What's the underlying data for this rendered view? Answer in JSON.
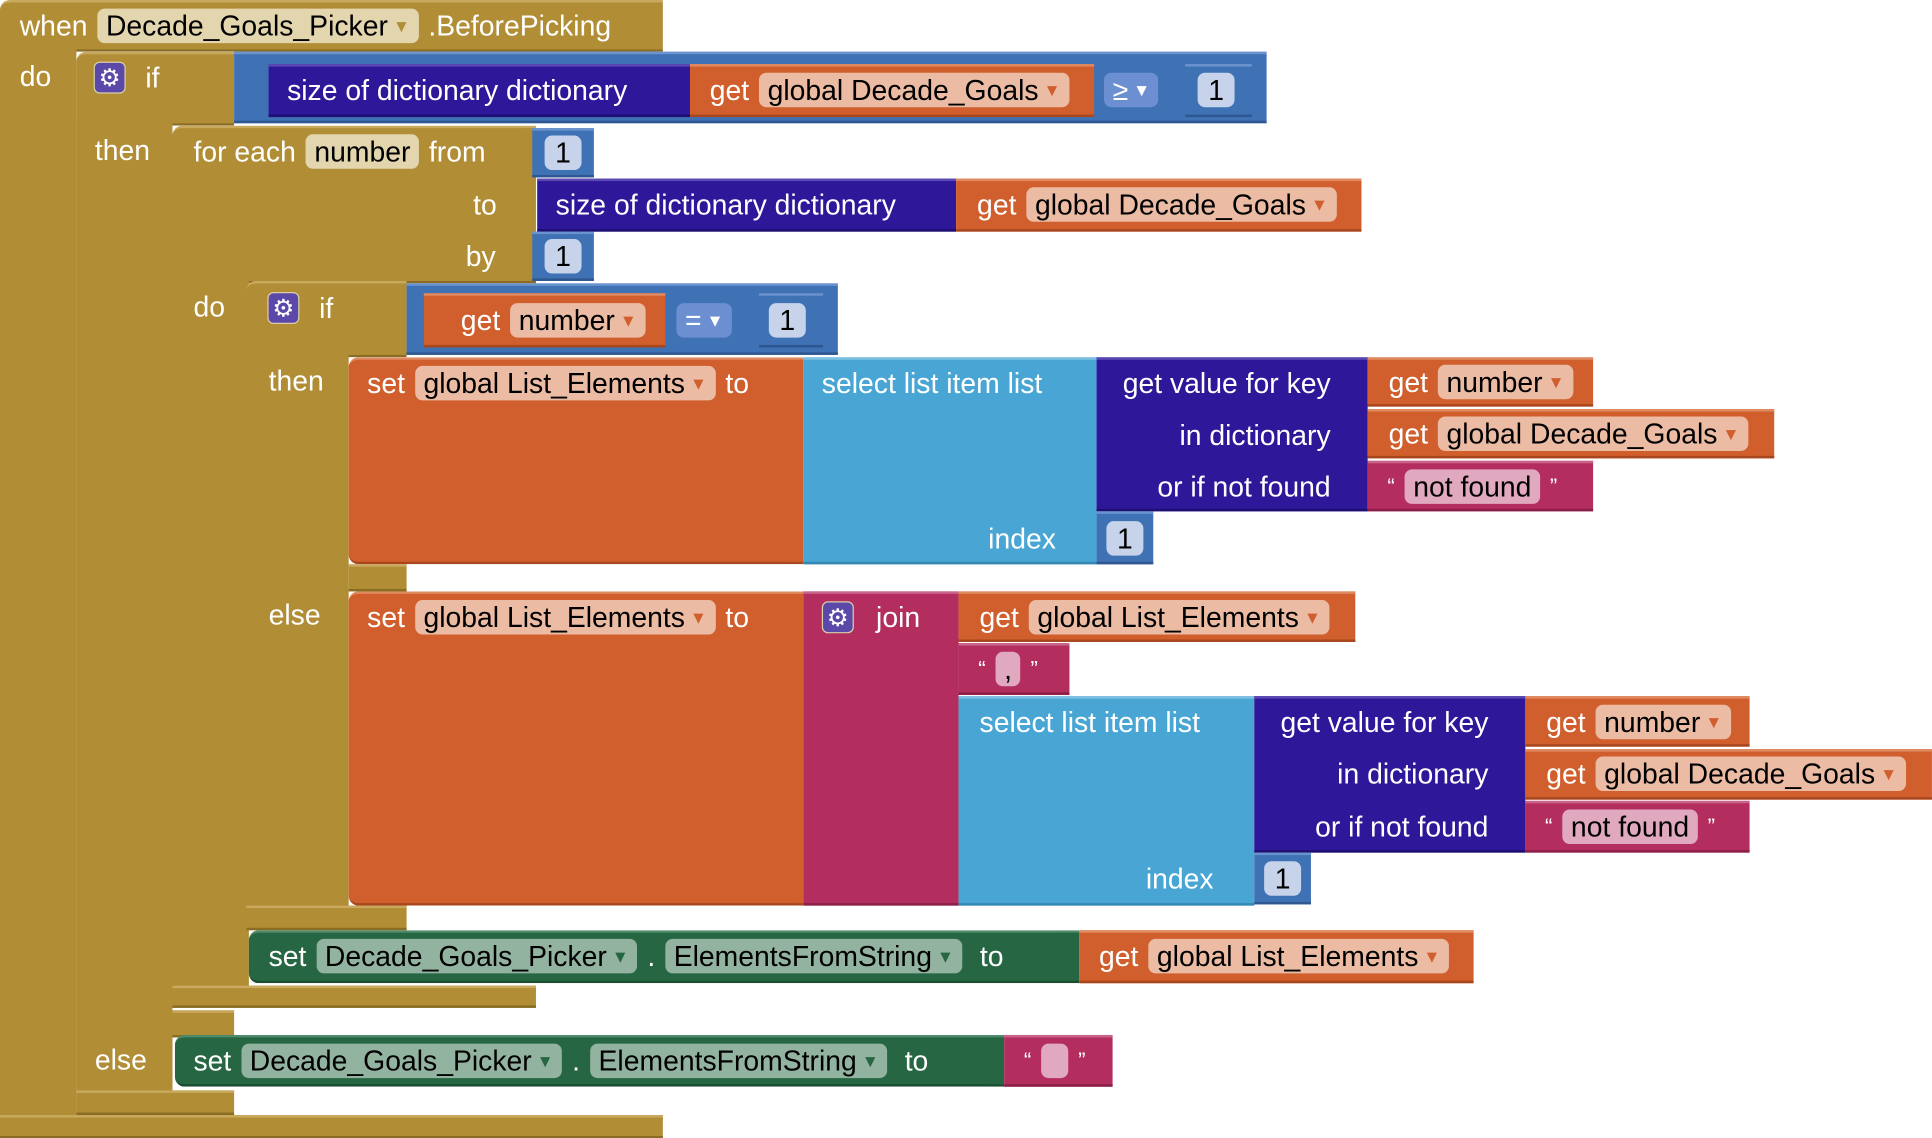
{
  "event": {
    "when": "when",
    "component": "Decade_Goals_Picker",
    "event_name": ".BeforePicking",
    "do": "do"
  },
  "if1": {
    "if": "if",
    "then": "then",
    "else": "else",
    "size_label": "size of dictionary  dictionary",
    "get": "get",
    "var": "global Decade_Goals",
    "op": "≥",
    "num": "1"
  },
  "foreach": {
    "for_each": "for each",
    "var": "number",
    "from": "from",
    "to": "to",
    "by": "by",
    "do": "do",
    "from_val": "1",
    "by_val": "1",
    "size_label": "size of dictionary  dictionary",
    "get": "get",
    "dict_var": "global Decade_Goals"
  },
  "if2": {
    "if": "if",
    "then": "then",
    "else": "else",
    "get": "get",
    "var": "number",
    "op": "=",
    "num": "1"
  },
  "then_set": {
    "set": "set",
    "var": "global List_Elements",
    "to": "to",
    "select": "select list item  list",
    "index": "index",
    "index_val": "1",
    "gvk": "get value for key",
    "in_dict": "in dictionary",
    "not_found_label": "or if not found",
    "get": "get",
    "key_var": "number",
    "dict_var": "global Decade_Goals",
    "not_found": "not found",
    "open_q": "“",
    "close_q": "”"
  },
  "else_set": {
    "set": "set",
    "var": "global List_Elements",
    "to": "to",
    "join": "join",
    "get": "get",
    "list_var": "global List_Elements",
    "sep": ",",
    "open_q": "“",
    "close_q": "”",
    "select": "select list item  list",
    "index": "index",
    "index_val": "1",
    "gvk": "get value for key",
    "in_dict": "in dictionary",
    "not_found_label": "or if not found",
    "key_var": "number",
    "dict_var": "global Decade_Goals",
    "not_found": "not found"
  },
  "set_picker": {
    "set": "set",
    "component": "Decade_Goals_Picker",
    "dot": ".",
    "property": "ElementsFromString",
    "to": "to",
    "get": "get",
    "var": "global List_Elements"
  },
  "else_picker": {
    "set": "set",
    "component": "Decade_Goals_Picker",
    "dot": ".",
    "property": "ElementsFromString",
    "to": "to",
    "value": "",
    "open_q": "“",
    "close_q": "”"
  }
}
